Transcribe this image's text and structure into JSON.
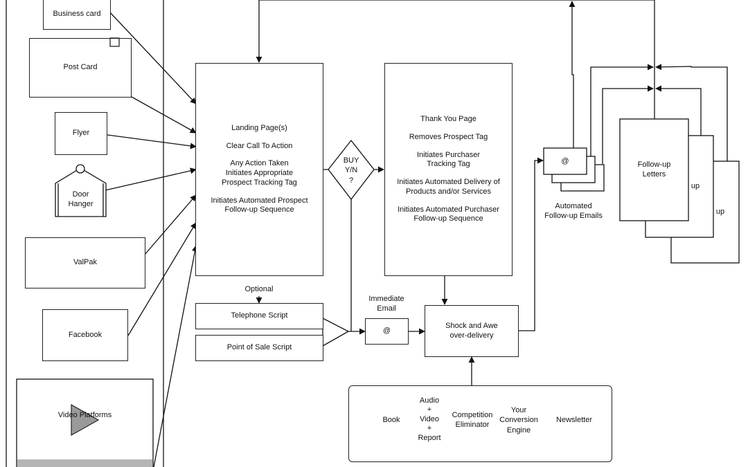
{
  "sources": {
    "business_card": "Business card",
    "post_card": "Post Card",
    "flyer": "Flyer",
    "door_hanger": [
      "Door",
      "Hanger"
    ],
    "valpak": "ValPak",
    "facebook": "Facebook",
    "video_platforms": "Video Platforms"
  },
  "landing": [
    "Landing Page(s)",
    "Clear Call To Action",
    "Any Action Taken\nInitiates Appropriate\nProspect Tracking Tag",
    "Initiates Automated Prospect\nFollow-up Sequence"
  ],
  "decision": [
    "BUY",
    "Y/N",
    "?"
  ],
  "thank_you": [
    "Thank You Page",
    "Removes Prospect Tag",
    "Initiates Purchaser\nTracking Tag",
    "Initiates Automated Delivery of\nProducts and/or Services",
    "Initiates Automated Purchaser\nFollow-up Sequence"
  ],
  "optional_label": "Optional",
  "telephone_script": "Telephone Script",
  "pos_script": "Point of Sale Script",
  "immediate_email_label": "Immediate\nEmail",
  "email_symbol": "@",
  "shock_awe": "Shock and Awe\nover-delivery",
  "deliverables": {
    "book": "Book",
    "audio_video_report": "Audio\n+\nVideo\n+\nReport",
    "competition_eliminator": "Competition\nEliminator",
    "conversion_engine": "Your\nConversion\nEngine",
    "newsletter": "Newsletter"
  },
  "auto_emails_label": "Automated\nFollow-up Emails",
  "followup_letters": "Follow-up\nLetters",
  "followup_partial_1": "up",
  "followup_partial_2": "up"
}
